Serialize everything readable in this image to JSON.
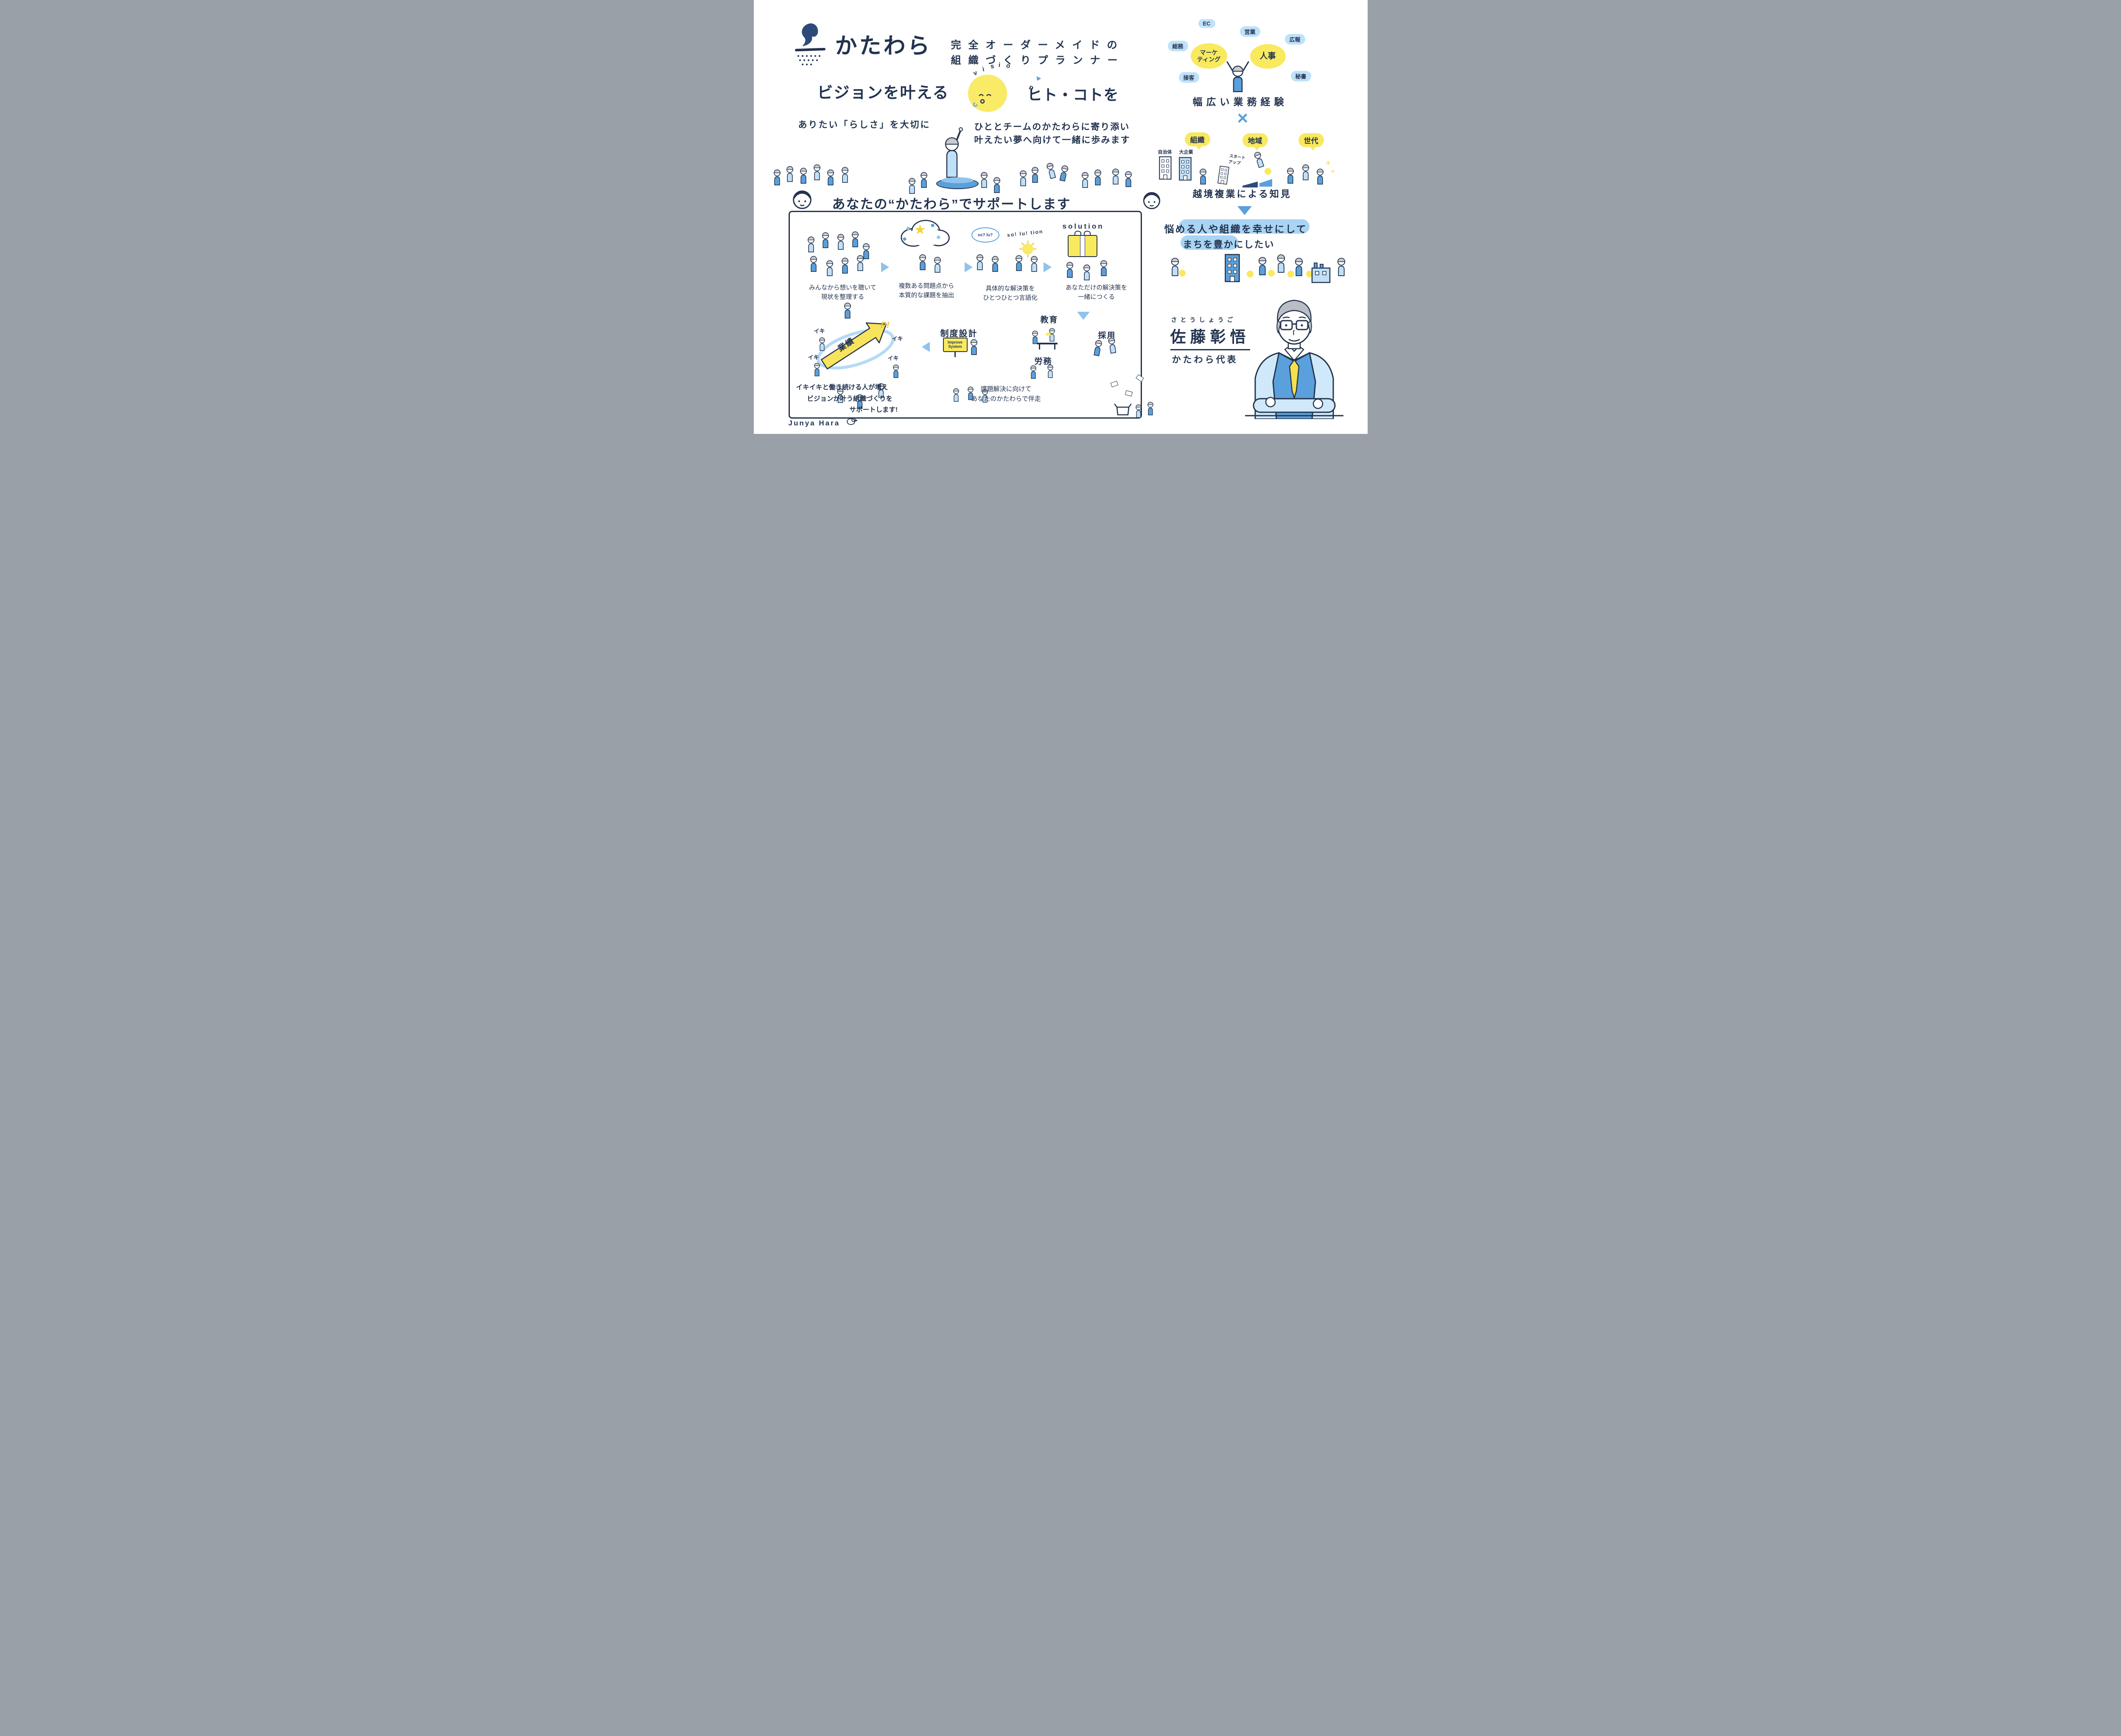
{
  "header": {
    "brand": "かたわら",
    "tagline_line1": "完全オーダーメイドの",
    "tagline_line2": "組織づくりプランナー"
  },
  "headline": {
    "left": "ビジョンを叶える",
    "right": "ヒト・コトを",
    "vision_letters": [
      "v",
      "i",
      "s",
      "i",
      "o",
      "n"
    ]
  },
  "notes": {
    "left": "ありたい「らしさ」を大切に",
    "right_line1": "ひととチームのかたわらに寄り添い",
    "right_line2": "叶えたい夢へ向けて一緒に歩みます"
  },
  "support": {
    "title": "あなたの“かたわら”でサポートします",
    "steps": [
      {
        "caption1": "みんなから想いを聴いて",
        "caption2": "現状を整理する"
      },
      {
        "caption1": "複数ある問題点から",
        "caption2": "本質的な課題を抽出"
      },
      {
        "caption1": "具体的な解決策を",
        "caption2": "ひとつひとつ言語化",
        "bubble1": "so? lu?",
        "bubble2": "so! lu! tion"
      },
      {
        "caption1": "あなただけの解決策を",
        "caption2": "一緒につくる",
        "label": "solution"
      }
    ],
    "services": {
      "education": "教育",
      "recruiting": "採用",
      "labor": "労務",
      "system_design": "制度設計",
      "sign_line1": "Improve",
      "sign_line2": "System"
    },
    "run_caption1": "課題解決に向けて",
    "run_caption2": "あなたのかたわらで伴走",
    "outcome": {
      "line1": "イキイキと働き続ける人が増え",
      "line2": "ビジョンが叶う組織づくりを",
      "line3": "サポートします!",
      "arrow_label": "業績",
      "iki": "イキ",
      "p_mark": "P!"
    },
    "signature": "Junya Hara"
  },
  "right": {
    "experience": {
      "ec": "EC",
      "sales": "営業",
      "general_affairs": "総務",
      "pr": "広報",
      "marketing": "マーケ\nティング",
      "hr": "人事",
      "service": "接客",
      "secretary": "秘書",
      "caption": "幅広い業務経験"
    },
    "cross": "×",
    "knowledge": {
      "org": "組織",
      "region": "地域",
      "generation": "世代",
      "municipality": "自治体",
      "big_company": "大企業",
      "startup": "スタート\nアップ",
      "caption": "越境複業による知見"
    },
    "mission_line1": "悩める人や組織を幸せにして",
    "mission_line2": "まちを豊かにしたい",
    "profile": {
      "furigana": "さとうしょうご",
      "name": "佐藤彰悟",
      "title": "かたわら代表"
    }
  }
}
